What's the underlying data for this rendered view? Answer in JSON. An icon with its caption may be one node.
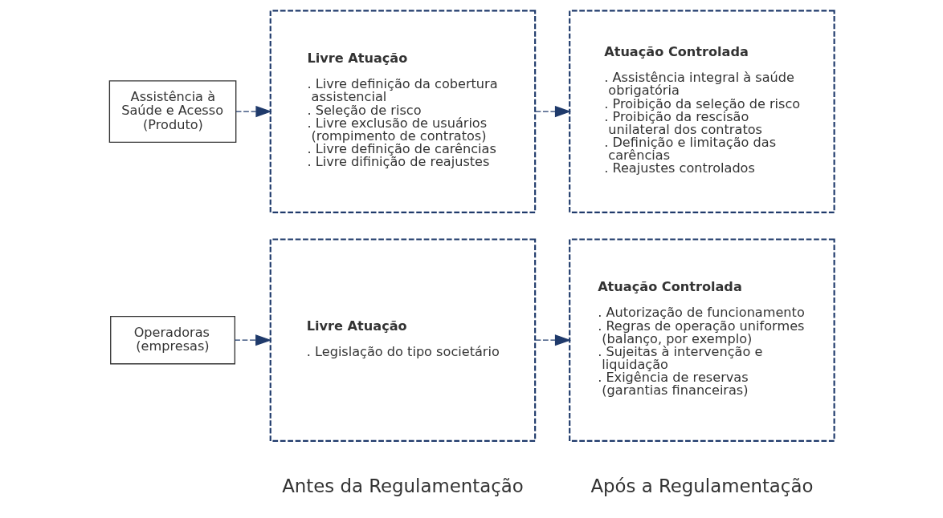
{
  "diagram": {
    "nodes": [
      {
        "text": [
          "Operadoras (empresas)"
        ]
      },
      {
        "text": [
          "Livre Atuação",
          ". Legislação do tipo societário"
        ]
      },
      {
        "text": [
          "Atuação Controlada",
          ". Autorização de funcionamento",
          ". Regras de operação uniformes (balanço, por exemplo)",
          ". Sujeitas à intervenção e liquidação",
          ". Exigência de reservas (garantias financeiras)"
        ]
      },
      {
        "text": [
          "Assistência à Saúde e Acesso (Produto)"
        ]
      },
      {
        "text": [
          "Livre Atuação",
          ". Livre definição da cobertura assistencial",
          ". Seleção de risco",
          ". Livre exclusão de usuários (rompimento de contratos)",
          ". Livre definição de carências",
          ". Livre difinição de reajustes"
        ]
      },
      {
        "text": [
          "Atuação Controlada",
          ". Assistência integral à saúde obrigatória",
          ". Proibição da seleção de risco",
          ". Proibição da rescisão unilateral dos contratos",
          ". Definição e limitação das carências",
          ". Reajustes controlados"
        ]
      }
    ],
    "edges": [
      {
        "from": 0,
        "to": 1,
        "arrow": "to",
        "style": "dashed"
      },
      {
        "from": 1,
        "to": 2,
        "arrow": "to",
        "style": "dashed"
      },
      {
        "from": 3,
        "to": 4,
        "arrow": "to",
        "style": "dashed"
      },
      {
        "from": 4,
        "to": 5,
        "arrow": "to",
        "style": "dashed"
      }
    ],
    "labels": [
      "Antes da Regulamentação",
      "Após a Regulamentação"
    ]
  }
}
